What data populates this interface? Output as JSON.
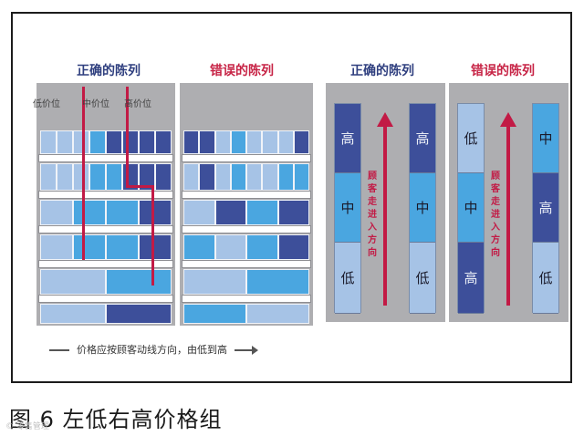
{
  "panels": {
    "p1_title": "正确的陈列",
    "p2_title": "错误的陈列",
    "p3_title": "正确的陈列",
    "p4_title": "错误的陈列"
  },
  "price_labels": {
    "low": "低价位",
    "mid": "中价位",
    "high": "高价位"
  },
  "flow_caption": "价格应按顾客动线方向，由低到高",
  "flow_text": "顾客走进入方向",
  "col3_left": [
    "高",
    "中",
    "低"
  ],
  "col3_right": [
    "高",
    "中",
    "低"
  ],
  "col4_left": [
    "低",
    "中",
    "高"
  ],
  "col4_right": [
    "中",
    "高",
    "低"
  ],
  "figure_caption": "图 6  左低右高价格组",
  "watermark": "© 零售管理",
  "colors": {
    "dark": "#3d4f9a",
    "mid": "#4aa6e0",
    "light": "#a6c3e6",
    "red": "#c21a45"
  }
}
